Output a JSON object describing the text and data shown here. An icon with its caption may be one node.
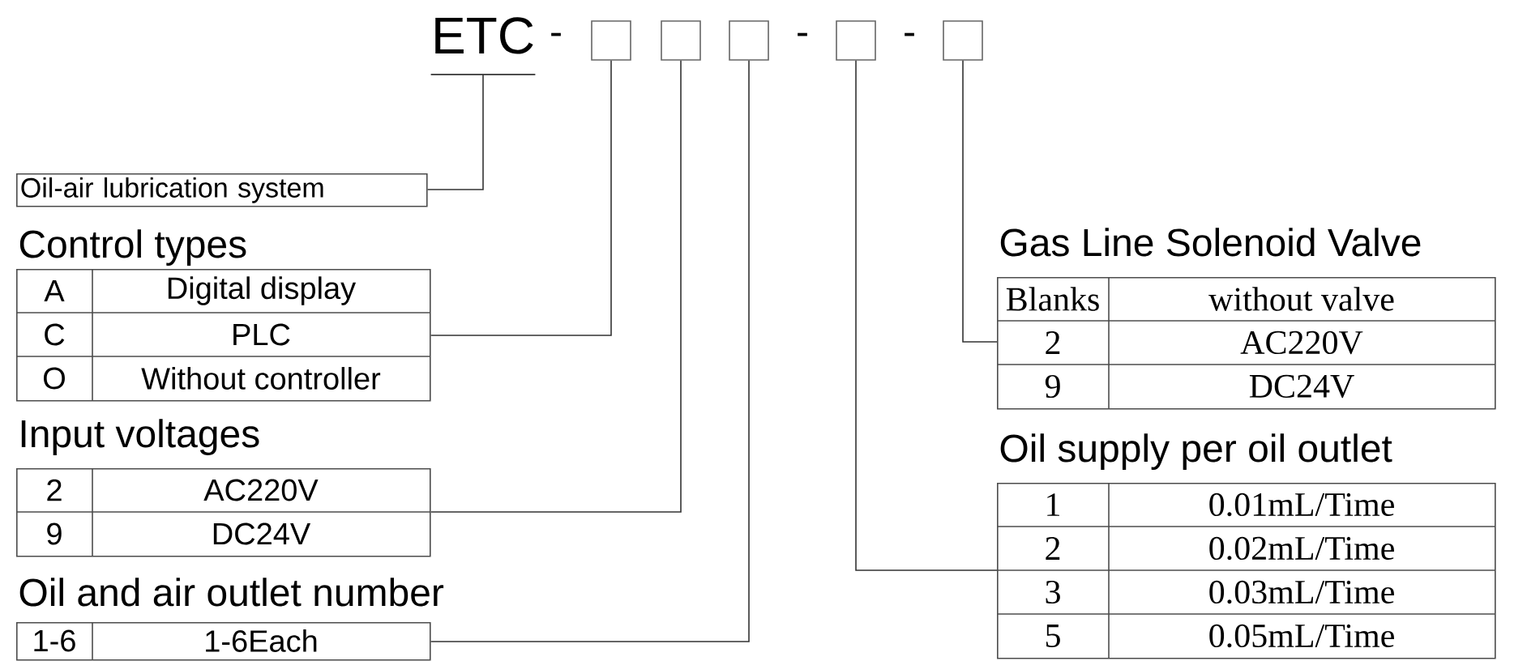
{
  "diagram": {
    "nodes": [
      {
        "text": [
          "ETC"
        ]
      },
      {
        "text": [],
        "shape": "box"
      },
      {
        "text": [],
        "shape": "box"
      },
      {
        "text": [],
        "shape": "box"
      },
      {
        "text": [],
        "shape": "box"
      },
      {
        "text": [],
        "shape": "box"
      },
      {
        "text": [
          "Oil-air lubrication system"
        ]
      },
      {
        "text": [
          "Control types",
          "A",
          "Digital display",
          "C",
          "PLC",
          "O",
          "Without controller"
        ]
      },
      {
        "text": [
          "Input voltages",
          "2",
          "AC220V",
          "9",
          "DC24V"
        ]
      },
      {
        "text": [
          "Oil and air outlet number",
          "1-6",
          "1-6Each"
        ]
      },
      {
        "text": [
          "Gas Line Solenoid Valve",
          "Blanks",
          "without valve",
          "2",
          "AC220V",
          "9",
          "DC24V"
        ]
      },
      {
        "text": [
          "Oil supply per oil outlet",
          "1",
          "0.01mL/Time",
          "2",
          "0.02mL/Time",
          "3",
          "0.03mL/Time",
          "5",
          "0.05mL/Time"
        ]
      }
    ],
    "edges": [
      {
        "from": 0,
        "to": 6,
        "arrow": "none"
      },
      {
        "from": 1,
        "to": 7,
        "arrow": "none"
      },
      {
        "from": 2,
        "to": 8,
        "arrow": "none"
      },
      {
        "from": 3,
        "to": 9,
        "arrow": "none"
      },
      {
        "from": 4,
        "to": 11,
        "arrow": "none"
      },
      {
        "from": 5,
        "to": 10,
        "arrow": "none"
      }
    ],
    "labels": [
      "-",
      "-",
      "-"
    ]
  }
}
